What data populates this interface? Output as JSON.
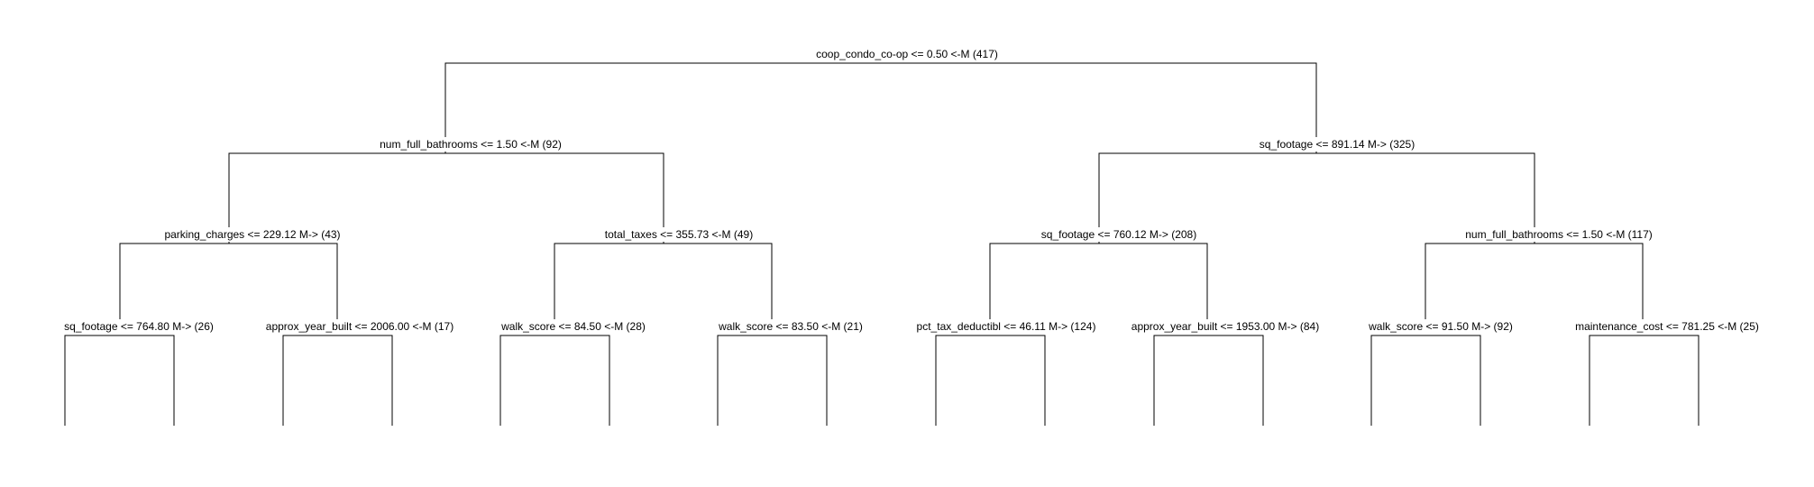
{
  "tree": {
    "root": {
      "label": "coop_condo_co-op <= 0.50 <-M (417)"
    },
    "level1": [
      {
        "label": "num_full_bathrooms <= 1.50 <-M (92)"
      },
      {
        "label": "sq_footage <= 891.14 M-> (325)"
      }
    ],
    "level2": [
      {
        "label": "parking_charges <= 229.12 M-> (43)"
      },
      {
        "label": "total_taxes <= 355.73 <-M (49)"
      },
      {
        "label": "sq_footage <= 760.12 M-> (208)"
      },
      {
        "label": "num_full_bathrooms <= 1.50 <-M (117)"
      }
    ],
    "level3": [
      {
        "label": "sq_footage <= 764.80 M-> (26)"
      },
      {
        "label": "approx_year_built <= 2006.00 <-M (17)"
      },
      {
        "label": "walk_score <= 84.50 <-M (28)"
      },
      {
        "label": "walk_score <= 83.50 <-M (21)"
      },
      {
        "label": "pct_tax_deductibl <= 46.11 M-> (124)"
      },
      {
        "label": "approx_year_built <= 1953.00 M-> (84)"
      },
      {
        "label": "walk_score <= 91.50 M-> (92)"
      },
      {
        "label": "maintenance_cost <= 781.25 <-M (25)"
      }
    ]
  }
}
